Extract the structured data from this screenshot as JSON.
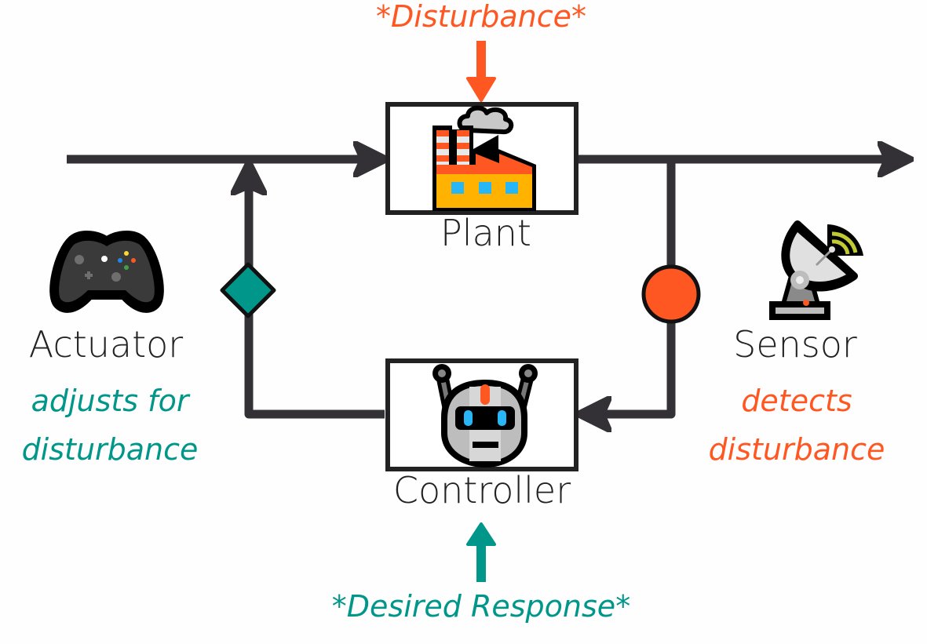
{
  "colors": {
    "line": "#333135",
    "teal": "#00968a",
    "orange": "#ff5722",
    "text": "#222222"
  },
  "inputs": {
    "disturbance": "*Disturbance*",
    "desired_response": "*Desired Response*"
  },
  "blocks": {
    "plant": {
      "label": "Plant",
      "icon": "factory-icon"
    },
    "controller": {
      "label": "Controller",
      "icon": "robot-icon"
    }
  },
  "actuator": {
    "label": "Actuator",
    "icon": "gamepad-icon",
    "description_line1": "adjusts for",
    "description_line2": "disturbance",
    "marker": "diamond"
  },
  "sensor": {
    "label": "Sensor",
    "icon": "satellite-dish-icon",
    "description_line1": "detects",
    "description_line2": "disturbance",
    "marker": "circle"
  }
}
